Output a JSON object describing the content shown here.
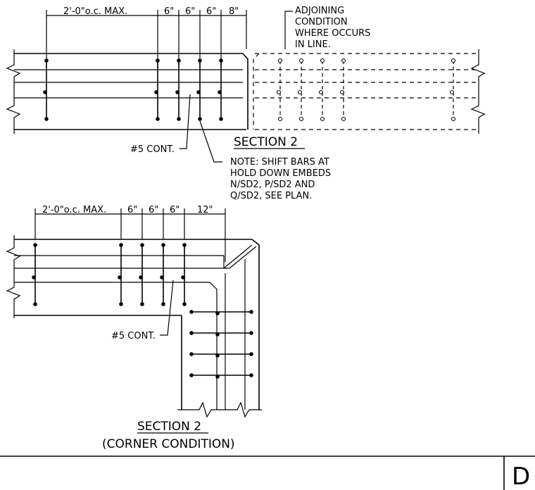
{
  "section_top": {
    "dims": [
      "2'-0\"o.c. MAX.",
      "6\"",
      "6\"",
      "6\"",
      "8\""
    ],
    "bar_label": "#5 CONT.",
    "title": "SECTION 2",
    "adjoining_note": [
      "ADJOINING",
      "CONDITION",
      "WHERE OCCURS",
      "IN LINE."
    ],
    "note": [
      "NOTE: SHIFT BARS AT",
      "HOLD DOWN EMBEDS",
      "N/SD2, P/SD2 AND",
      "Q/SD2, SEE PLAN."
    ]
  },
  "section_corner": {
    "dims": [
      "2'-0\"o.c. MAX.",
      "6\"",
      "6\"",
      "6\"",
      "12\""
    ],
    "bar_label": "#5 CONT.",
    "title": "SECTION 2",
    "subtitle": "(CORNER CONDITION)"
  },
  "title_block": {
    "sheet_letter": "D"
  }
}
